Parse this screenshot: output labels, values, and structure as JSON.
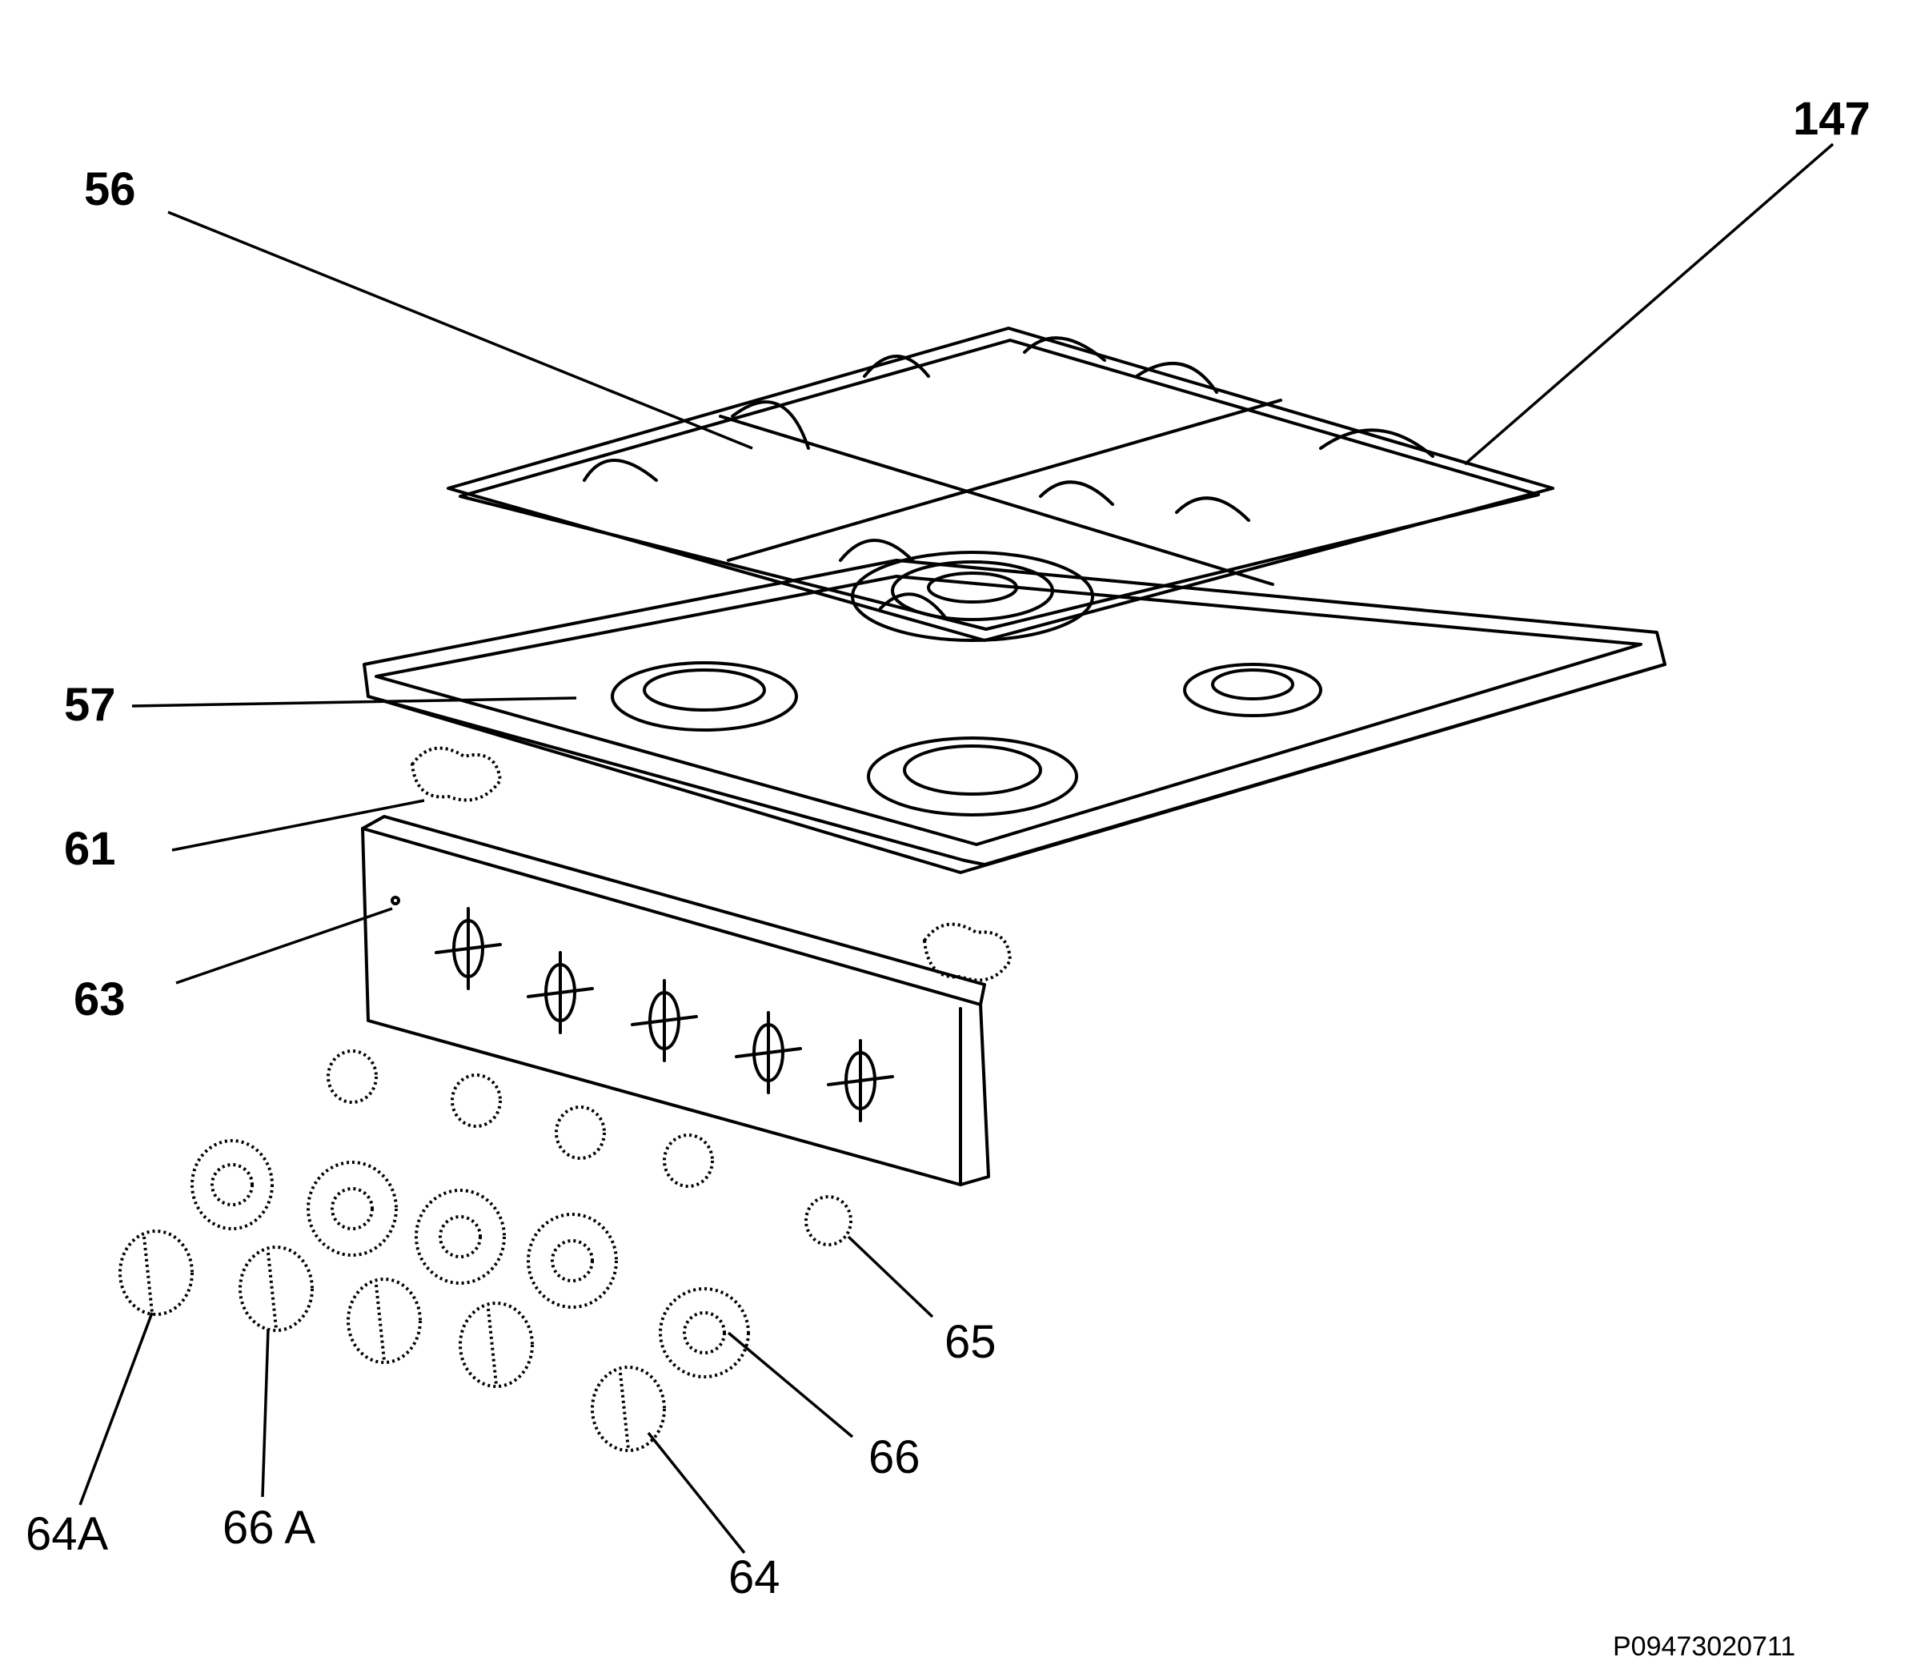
{
  "labels": {
    "p147": "147",
    "p56": "56",
    "p57": "57",
    "p61": "61",
    "p63": "63",
    "p65": "65",
    "p66": "66",
    "p64": "64",
    "p64a": "64A",
    "p66a": "66 A"
  },
  "drawing_code": "P09473020711"
}
